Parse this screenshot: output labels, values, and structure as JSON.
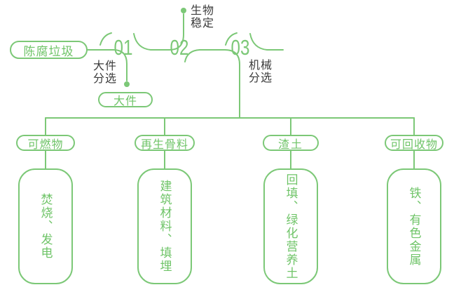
{
  "colors": {
    "green_line": "#7cc877",
    "green_text": "#6fc468",
    "label_dark": "#3b3b3b",
    "background": "#ffffff"
  },
  "flow": {
    "root": "陈腐垃圾",
    "steps": [
      {
        "number": "01",
        "label": "大件\n分选",
        "output": "大件"
      },
      {
        "number": "02",
        "label": "生物\n稳定"
      },
      {
        "number": "03",
        "label": "机械\n分选"
      }
    ]
  },
  "branches": [
    {
      "category": "可燃物",
      "result": "焚烧、发电"
    },
    {
      "category": "再生骨料",
      "result": "建筑材料、填埋"
    },
    {
      "category": "渣土",
      "result": "回填、绿化营养土"
    },
    {
      "category": "可回收物",
      "result": "铁、有色金属"
    }
  ]
}
